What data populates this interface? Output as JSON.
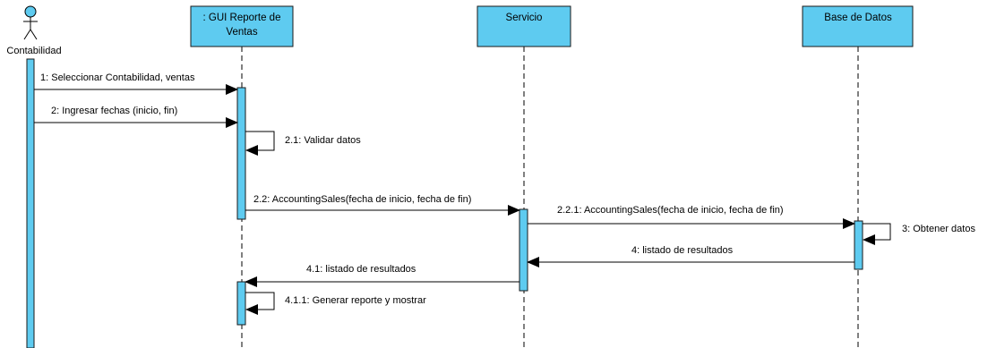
{
  "diagram": {
    "actor": {
      "name": "Contabilidad"
    },
    "lifelines": [
      {
        "id": "gui",
        "name_line1": ": GUI Reporte de",
        "name_line2": "Ventas"
      },
      {
        "id": "servicio",
        "name": "Servicio"
      },
      {
        "id": "bd",
        "name": "Base de Datos"
      }
    ],
    "messages": [
      {
        "id": "m1",
        "label": "1: Seleccionar Contabilidad, ventas"
      },
      {
        "id": "m2",
        "label": "2: Ingresar fechas (inicio, fin)"
      },
      {
        "id": "m21",
        "label": "2.1: Validar datos"
      },
      {
        "id": "m22",
        "label": "2.2: AccountingSales(fecha de inicio, fecha de fin)"
      },
      {
        "id": "m221",
        "label": "2.2.1: AccountingSales(fecha de inicio, fecha de fin)"
      },
      {
        "id": "m3",
        "label": "3: Obtener datos"
      },
      {
        "id": "m4",
        "label": "4: listado de resultados"
      },
      {
        "id": "m41",
        "label": "4.1: listado de resultados"
      },
      {
        "id": "m411",
        "label": "4.1.1: Generar reporte y mostrar"
      }
    ],
    "colors": {
      "box_fill": "#5ecbf0",
      "box_stroke": "#1a1a1a",
      "line": "#000000"
    }
  }
}
